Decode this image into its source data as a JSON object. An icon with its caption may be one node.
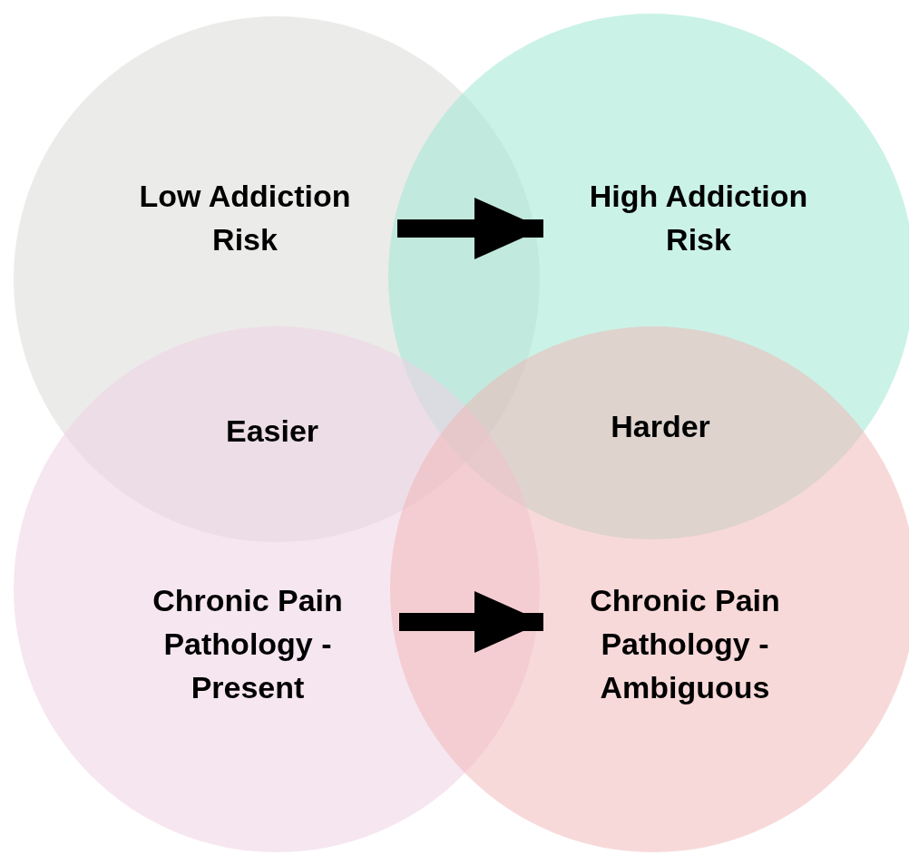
{
  "diagram": {
    "nodes": [
      {
        "text": [
          "Low Addiction Risk"
        ]
      },
      {
        "text": [
          "High Addiction Risk"
        ]
      },
      {
        "text": [
          "Chronic Pain Pathology - Present"
        ]
      },
      {
        "text": [
          "Chronic Pain Pathology - Ambiguous"
        ]
      }
    ],
    "edges": [
      {
        "from": 0,
        "to": 1,
        "arrow": "to"
      },
      {
        "from": 2,
        "to": 3,
        "arrow": "to"
      }
    ],
    "labels": [
      "Easier",
      "Harder"
    ]
  }
}
